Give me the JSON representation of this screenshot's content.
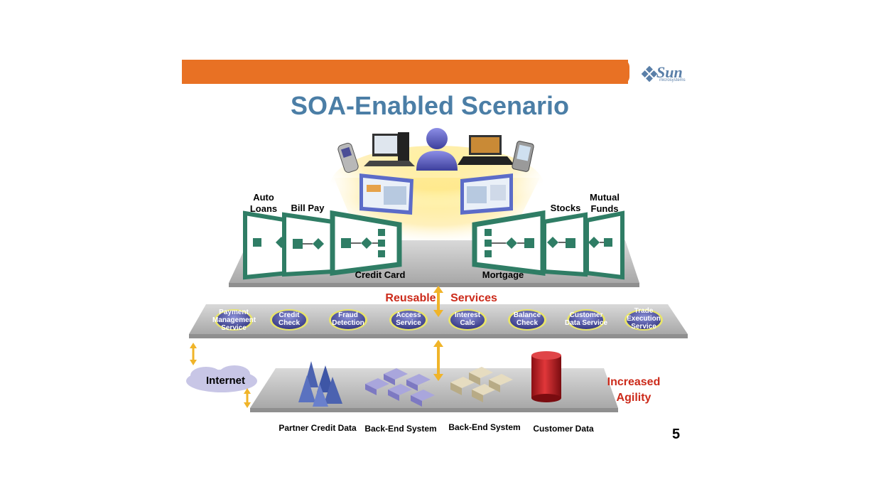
{
  "title": "SOA-Enabled Scenario",
  "logo": {
    "word": "Sun",
    "sub": "microsystems"
  },
  "page_number": "5",
  "apps_left": [
    {
      "key": "auto_loans",
      "lines": [
        "Auto",
        "Loans"
      ]
    },
    {
      "key": "bill_pay",
      "lines": [
        "Bill Pay"
      ]
    },
    {
      "key": "credit_card",
      "lines": [
        "Credit Card"
      ]
    }
  ],
  "apps_right": [
    {
      "key": "mortgage",
      "lines": [
        "Mortgage"
      ]
    },
    {
      "key": "stocks",
      "lines": [
        "Stocks"
      ]
    },
    {
      "key": "mutual_funds",
      "lines": [
        "Mutual",
        "Funds"
      ]
    }
  ],
  "reusable_services": {
    "left": "Reusable",
    "right": "Services"
  },
  "services": [
    {
      "lines": [
        "Payment",
        "Management",
        "Service"
      ]
    },
    {
      "lines": [
        "Credit",
        "Check"
      ]
    },
    {
      "lines": [
        "Fraud",
        "Detection"
      ]
    },
    {
      "lines": [
        "Access",
        "Service"
      ]
    },
    {
      "lines": [
        "Interest",
        "Calc"
      ]
    },
    {
      "lines": [
        "Balance",
        "Check"
      ]
    },
    {
      "lines": [
        "Customer",
        "Data Service"
      ]
    },
    {
      "lines": [
        "Trade",
        "Execution",
        "Service"
      ]
    }
  ],
  "internet_label": "Internet",
  "agility": {
    "line1": "Increased",
    "line2": "Agility"
  },
  "backend": [
    {
      "label": "Partner Credit Data",
      "icon": "pyramids-icon"
    },
    {
      "label": "Back-End System",
      "icon": "blue-cubes-icon"
    },
    {
      "label": "Back-End System",
      "icon": "beige-cubes-icon"
    },
    {
      "label": "Customer Data",
      "icon": "database-cylinder-icon"
    }
  ],
  "colors": {
    "band": "#e87124",
    "title": "#4b7ea6",
    "accent_red": "#cc2a1a",
    "service_pill": "#4a4d96",
    "frame_green": "#2f7d65",
    "arrow": "#f0b429"
  }
}
